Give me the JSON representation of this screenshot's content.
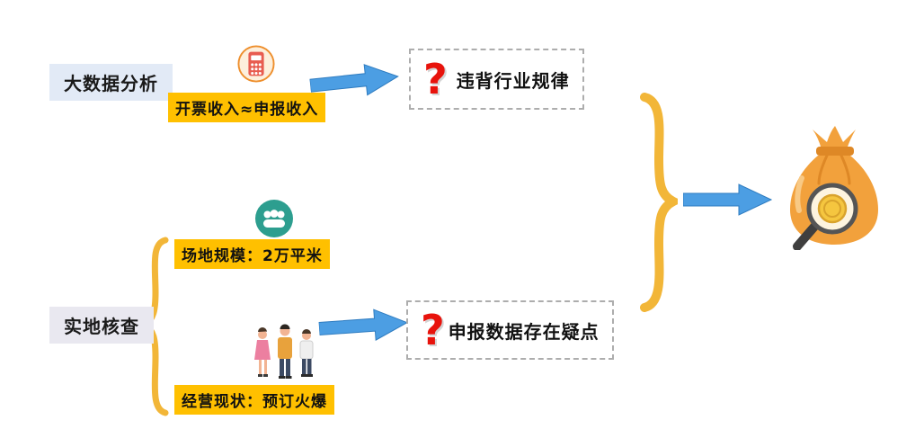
{
  "branches": {
    "big_data": {
      "label": "大数据分析",
      "finding": "开票收入≈申报收入"
    },
    "field_check": {
      "label": "实地核查",
      "findings": {
        "site": "场地规模：2万平米",
        "business": "经营现状：预订火爆"
      }
    }
  },
  "conclusions": {
    "industry": {
      "mark": "?",
      "text": "违背行业规律"
    },
    "doubt": {
      "mark": "?",
      "text": "申报数据存在疑点"
    }
  },
  "icons": {
    "calculator": "calculator-icon",
    "meeting": "meeting-icon",
    "people": "people-icon",
    "money_bag": "money-bag-magnifier-icon",
    "arrow": "arrow-right-icon",
    "brace": "curly-brace-shape"
  },
  "colors": {
    "highlight": "#FFC000",
    "label_bg": "#E2EAF6",
    "arrow_blue": "#4C9EE3",
    "question_red": "#E8130C",
    "brace_gold": "#F2B638",
    "icon_teal": "#2D9E8F",
    "bag_orange": "#F2A13C"
  }
}
